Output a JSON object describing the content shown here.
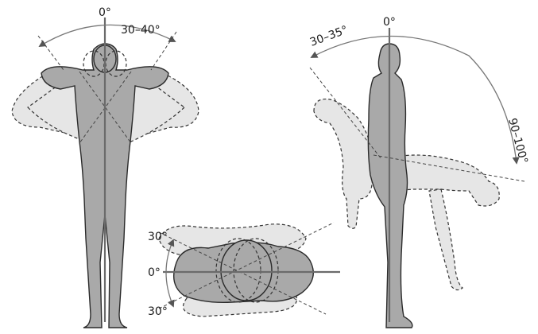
{
  "labels": {
    "front_zero": "0°",
    "front_range": "30–40°",
    "side_zero": "0°",
    "side_back": "30–35°",
    "side_forward": "90–100°",
    "top_up": "30°",
    "top_zero": "0°",
    "top_down": "30°"
  },
  "colors": {
    "body": "#a9a9a9",
    "body_outline": "#2b2b2b",
    "alt_position": "#e6e6e6",
    "axis": "#6b6b6b"
  }
}
